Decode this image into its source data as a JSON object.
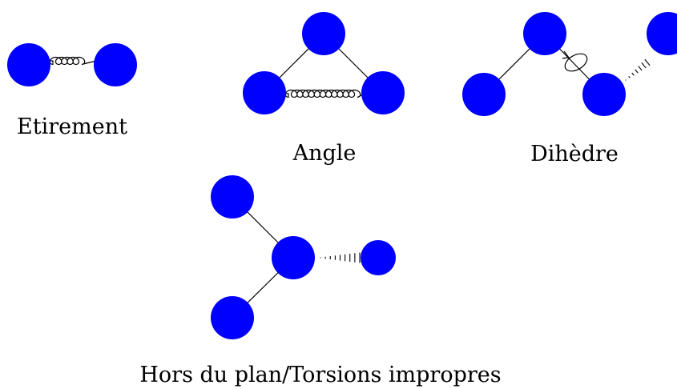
{
  "colors": {
    "atom": "#0000ff",
    "bond": "#000000",
    "background": "#ffffff"
  },
  "panels": {
    "stretch": {
      "label": "Etirement"
    },
    "angle": {
      "label": "Angle"
    },
    "dihedral": {
      "label": "Dihèdre"
    },
    "out_of_plane": {
      "label": "Hors du plan/Torsions impropres"
    }
  }
}
